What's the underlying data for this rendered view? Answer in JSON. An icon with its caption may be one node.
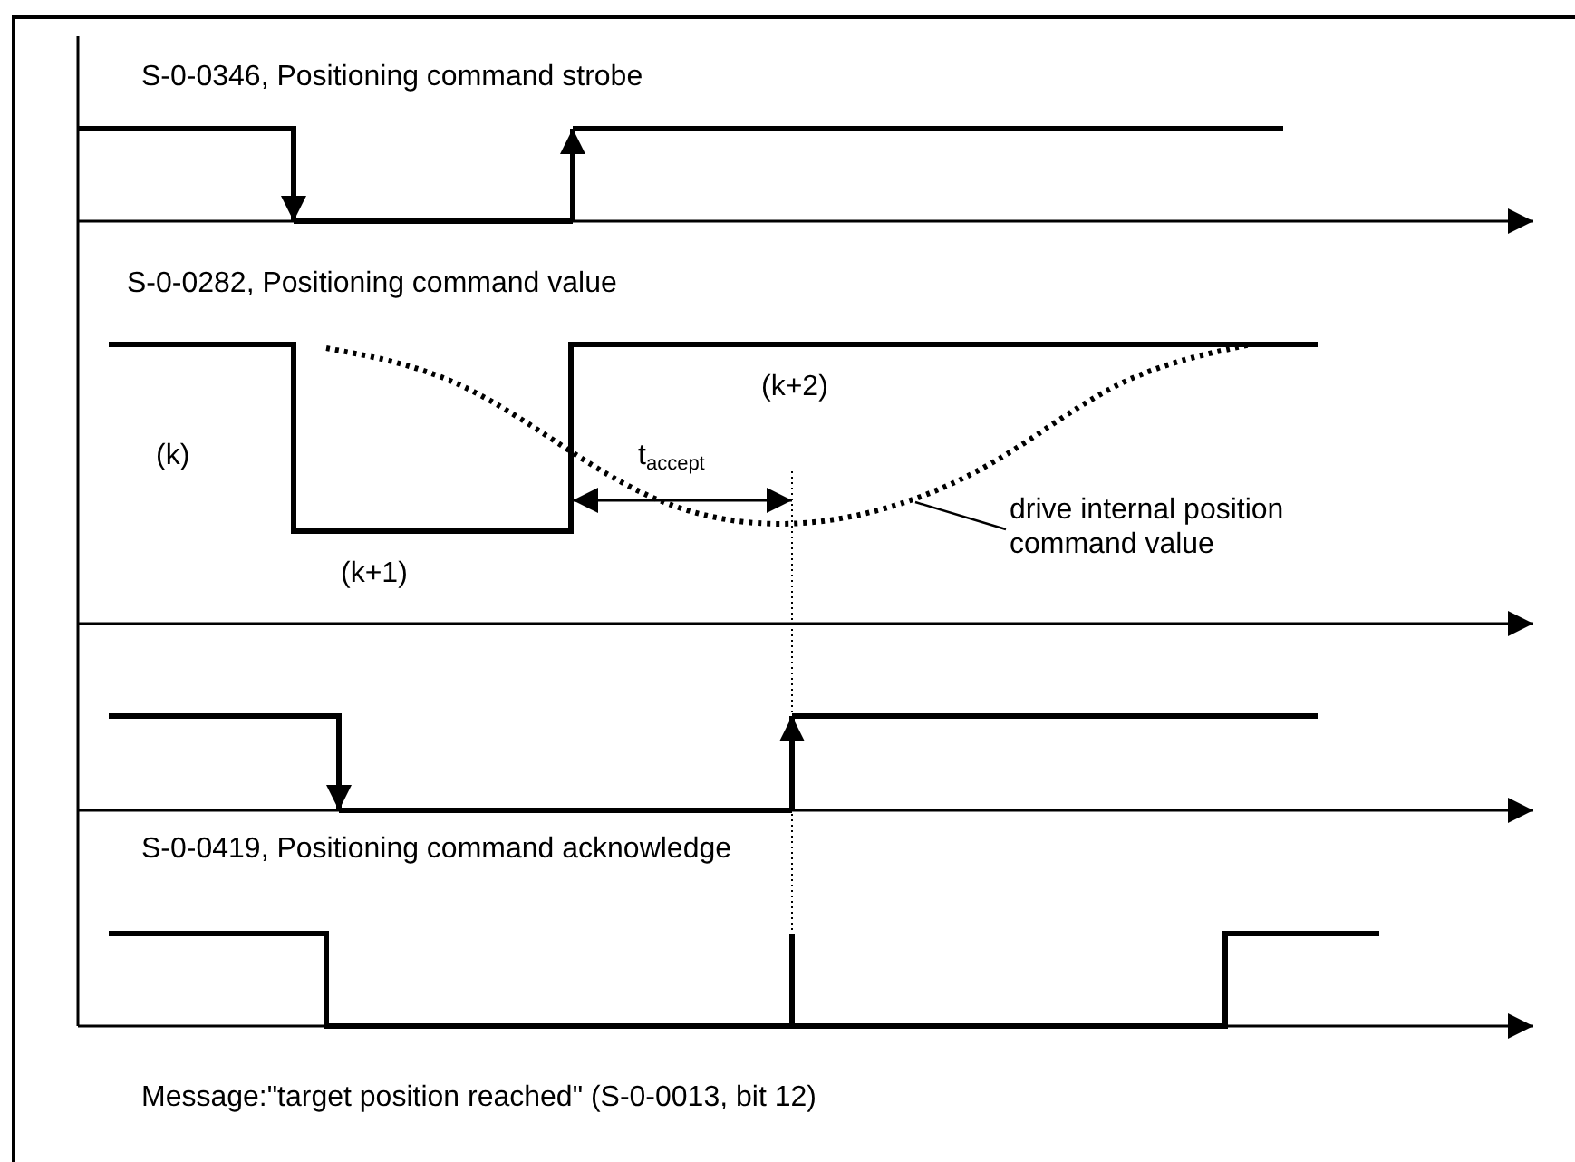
{
  "diagram": {
    "nodes": [
      {
        "text": [
          "drive internal position command value"
        ]
      },
      {
        "text": [],
        "shape": "curve"
      }
    ],
    "edges": [
      {
        "from": 0,
        "to": 1,
        "arrow": "none"
      }
    ],
    "labels": [
      "S-0-0346, Positioning command strobe",
      "S-0-0282, Positioning command value",
      "(k+2)",
      "(k)",
      "t$_{accept}$",
      "(k+1)",
      "S-0-0419, Positioning command acknowledge",
      "Message:\"target position reached\" (S-0-0013, bit 12)"
    ]
  }
}
